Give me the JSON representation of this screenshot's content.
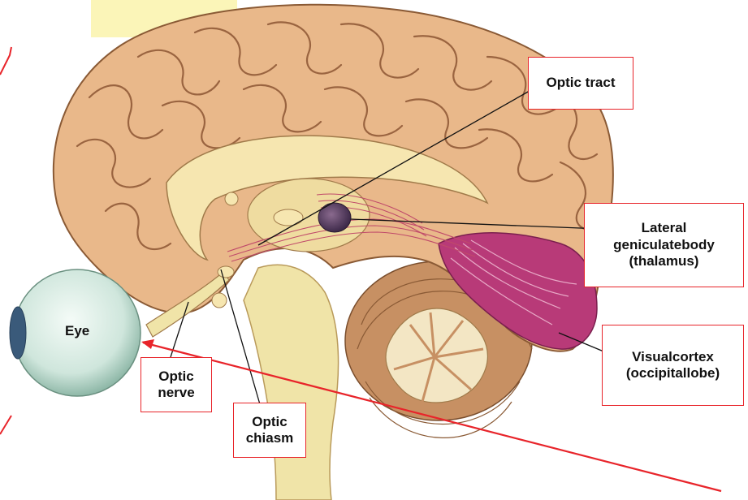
{
  "labels": {
    "optic_tract": "Optic tract",
    "lateral_geniculate": {
      "line1": "Lateral",
      "line2": "geniculatebody",
      "line3": "(thalamus)"
    },
    "visual_cortex": {
      "line1": "Visualcortex",
      "line2": "(occipitallobe)"
    },
    "eye": "Eye",
    "optic_nerve": {
      "line1": "Optic",
      "line2": "nerve"
    },
    "optic_chiasm": {
      "line1": "Optic",
      "line2": "chiasm"
    }
  },
  "colors": {
    "label_border": "#e8242a",
    "annotation_red": "#e8242a",
    "highlight_yellow": "#fbf5b8",
    "cortex_pink": "#d4a07a",
    "visual_cortex_magenta": "#b83a78",
    "brainstem_cream": "#f0e4a8",
    "eye_teal": "#cfe6dc"
  }
}
